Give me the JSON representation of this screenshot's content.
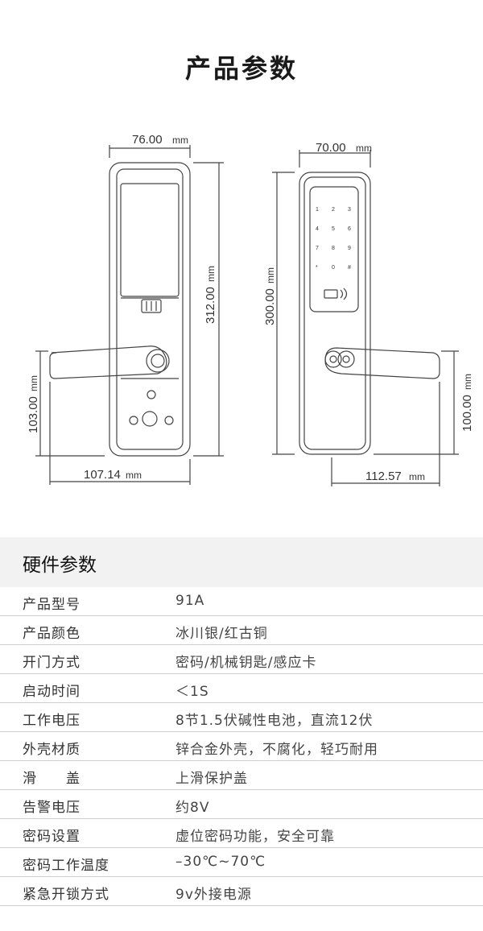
{
  "page_title": "产品参数",
  "dimensions": {
    "front_width": "76.00",
    "front_height": "312.00",
    "front_handle_height": "103.00",
    "front_handle_length": "107.14",
    "back_width": "70.00",
    "back_height": "300.00",
    "back_handle_height": "100.00",
    "back_handle_length": "112.57",
    "unit": "mm"
  },
  "keypad": [
    "1",
    "2",
    "3",
    "4",
    "5",
    "6",
    "7",
    "8",
    "9",
    "*",
    "0",
    "#"
  ],
  "section_title": "硬件参数",
  "specs": [
    {
      "key": "产品型号",
      "value": "91A"
    },
    {
      "key": "产品颜色",
      "value": "冰川银/红古铜"
    },
    {
      "key": "开门方式",
      "value": "密码/机械钥匙/感应卡"
    },
    {
      "key": "启动时间",
      "value": "＜1S"
    },
    {
      "key": "工作电压",
      "value": "8节1.5伏碱性电池，直流12伏"
    },
    {
      "key": "外壳材质",
      "value": "锌合金外壳，不腐化，轻巧耐用"
    },
    {
      "key": "滑　　盖",
      "value": "上滑保护盖"
    },
    {
      "key": "告警电压",
      "value": "约8V"
    },
    {
      "key": "密码设置",
      "value": "虚位密码功能，安全可靠"
    },
    {
      "key": "密码工作温度",
      "value": "–30℃~70℃"
    },
    {
      "key": "紧急开锁方式",
      "value": "9v外接电源"
    }
  ]
}
